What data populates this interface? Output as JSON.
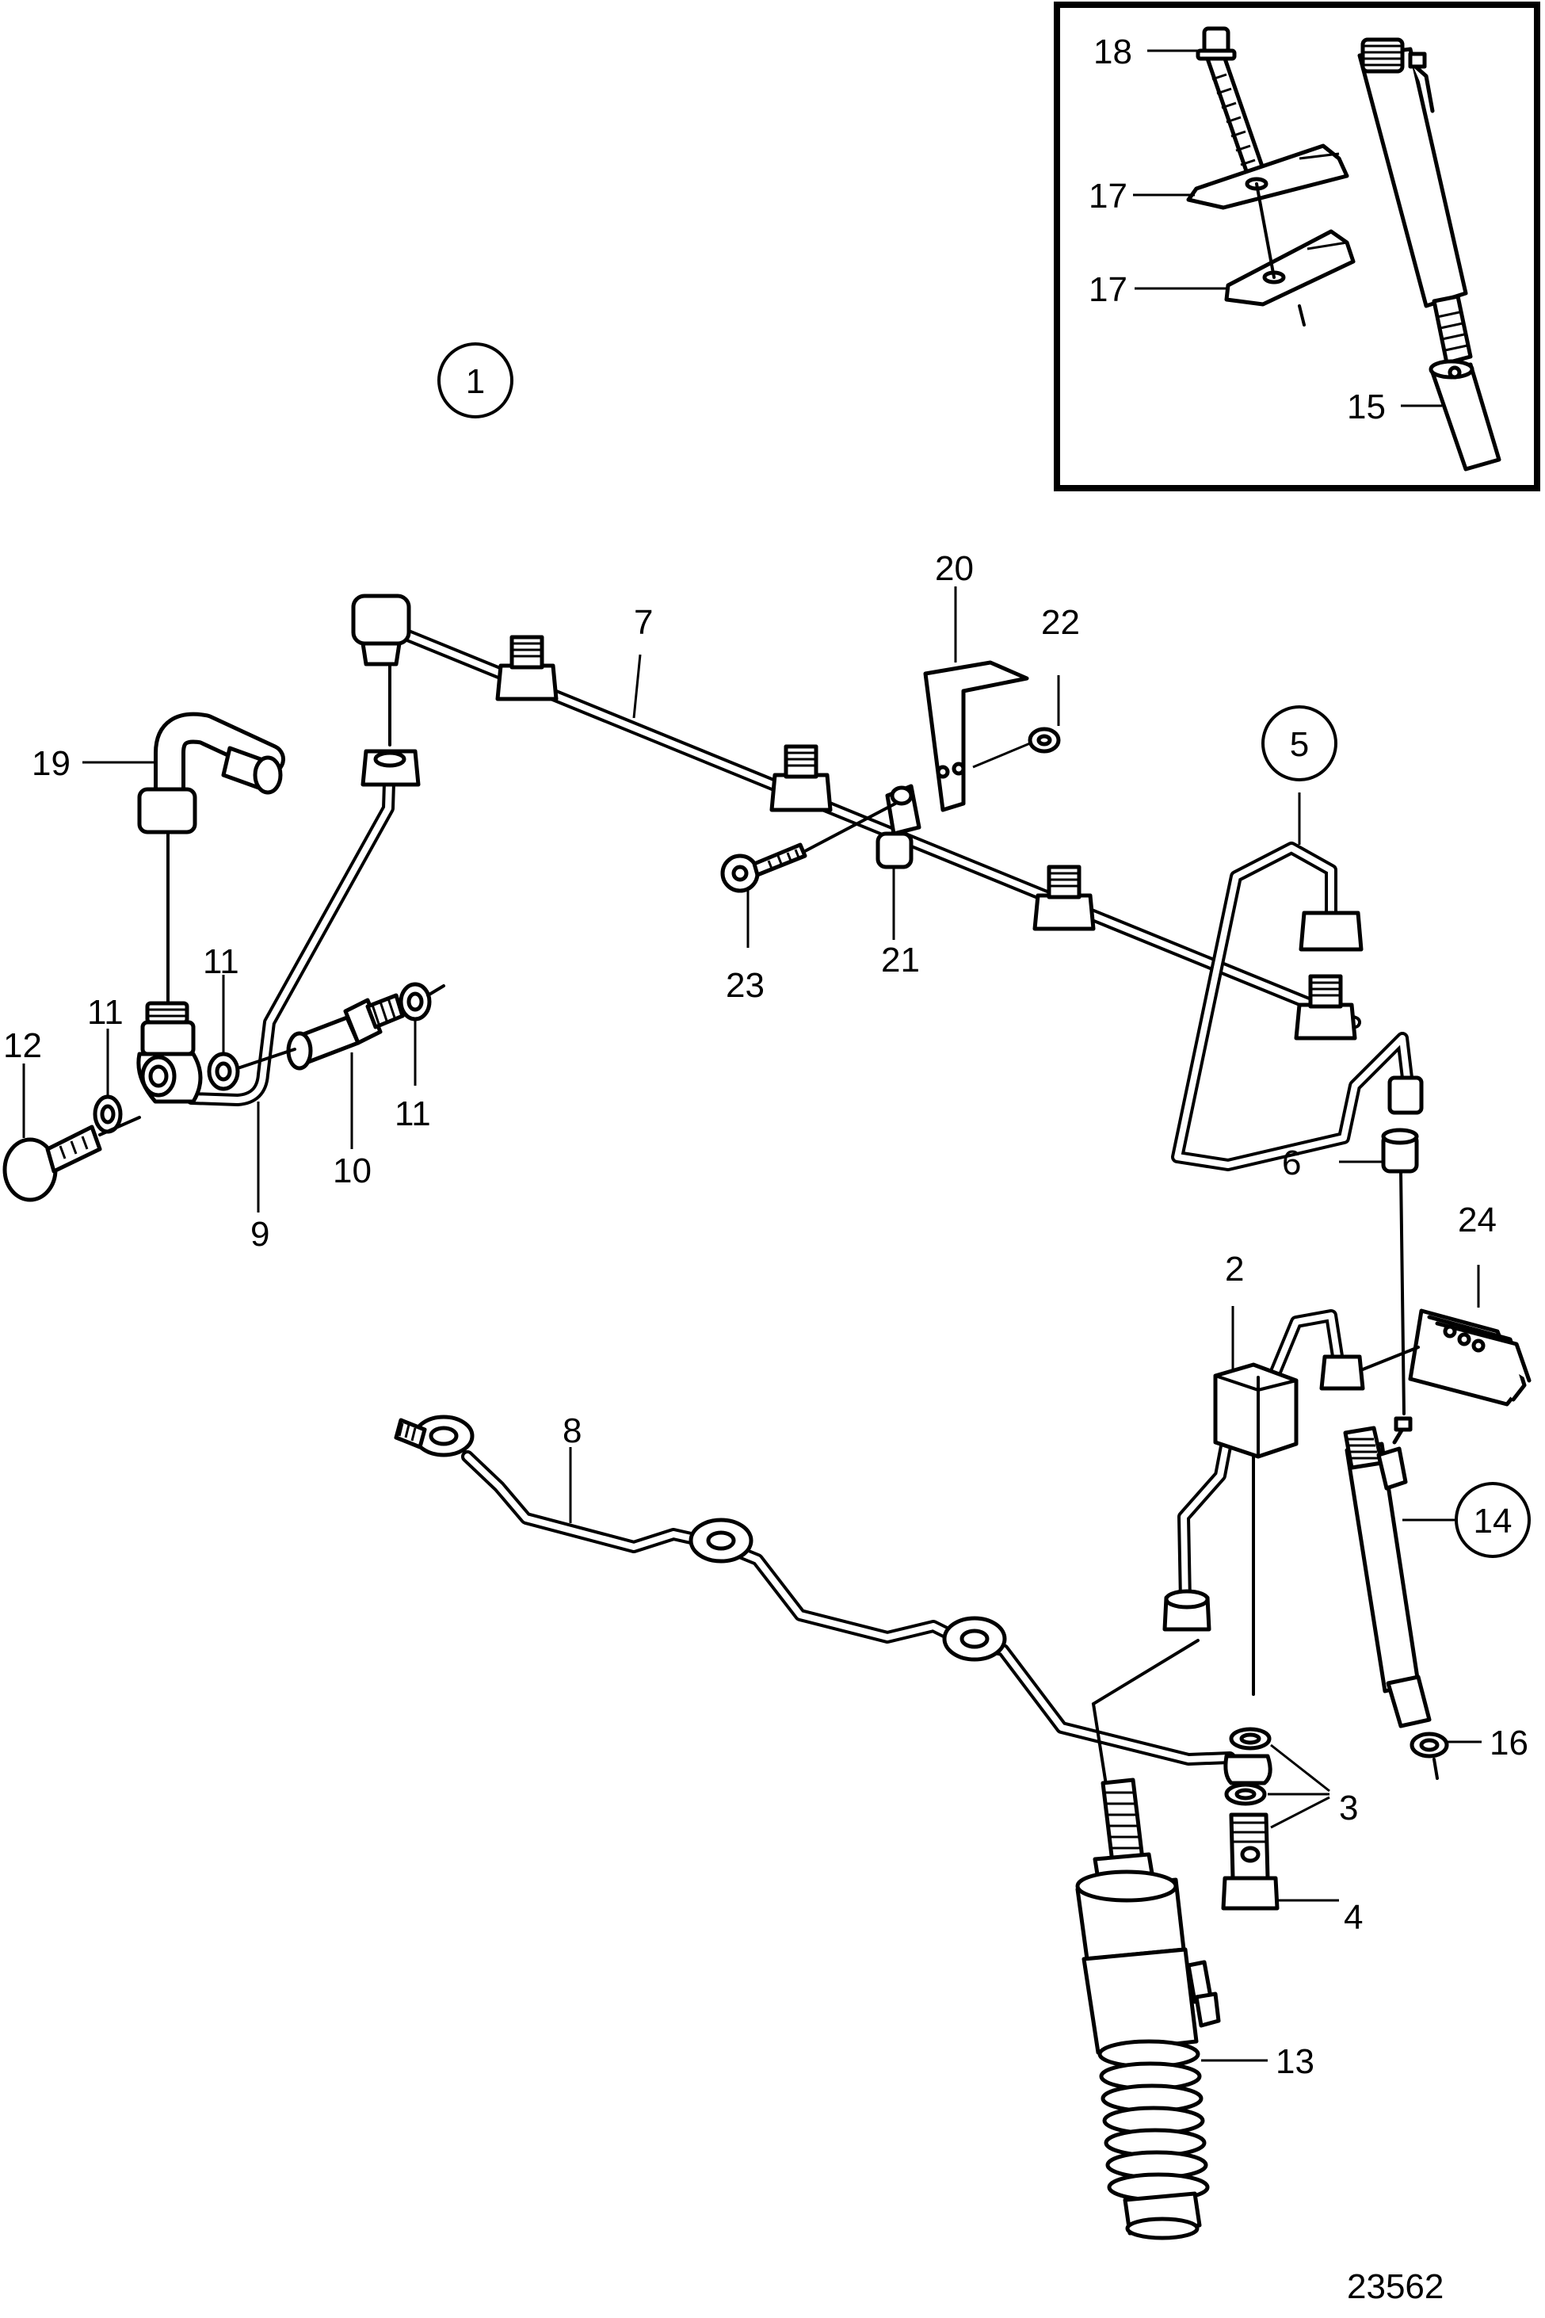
{
  "drawing_number": "23562",
  "circled_callouts": [
    {
      "id": "1",
      "text": "1"
    },
    {
      "id": "5",
      "text": "5"
    },
    {
      "id": "14",
      "text": "14"
    }
  ],
  "callouts": [
    {
      "id": "18",
      "text": "18"
    },
    {
      "id": "17a",
      "text": "17"
    },
    {
      "id": "17b",
      "text": "17"
    },
    {
      "id": "15",
      "text": "15"
    },
    {
      "id": "20",
      "text": "20"
    },
    {
      "id": "7",
      "text": "7"
    },
    {
      "id": "22",
      "text": "22"
    },
    {
      "id": "19",
      "text": "19"
    },
    {
      "id": "11a",
      "text": "11"
    },
    {
      "id": "11b",
      "text": "11"
    },
    {
      "id": "11c",
      "text": "11"
    },
    {
      "id": "12",
      "text": "12"
    },
    {
      "id": "10",
      "text": "10"
    },
    {
      "id": "9",
      "text": "9"
    },
    {
      "id": "23",
      "text": "23"
    },
    {
      "id": "21",
      "text": "21"
    },
    {
      "id": "6",
      "text": "6"
    },
    {
      "id": "24",
      "text": "24"
    },
    {
      "id": "2",
      "text": "2"
    },
    {
      "id": "8",
      "text": "8"
    },
    {
      "id": "16",
      "text": "16"
    },
    {
      "id": "3",
      "text": "3"
    },
    {
      "id": "4",
      "text": "4"
    },
    {
      "id": "13",
      "text": "13"
    }
  ]
}
